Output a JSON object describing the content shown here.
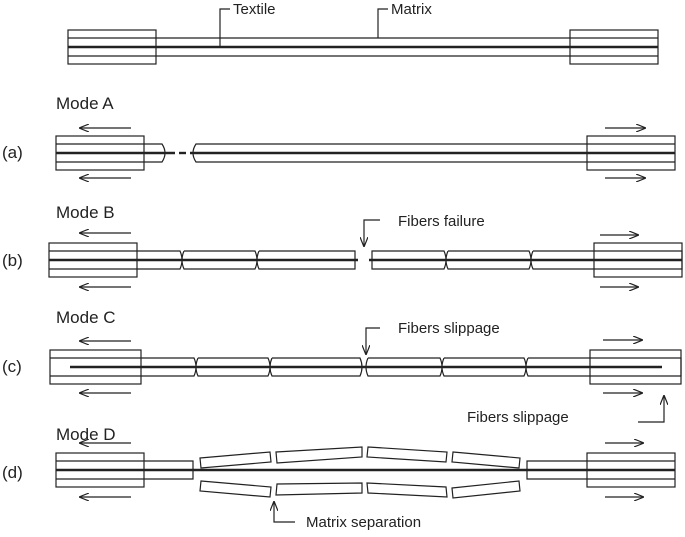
{
  "top": {
    "textile_label": "Textile",
    "matrix_label": "Matrix"
  },
  "modes": [
    {
      "title": "Mode A",
      "tag": "(a)"
    },
    {
      "title": "Mode B",
      "tag": "(b)",
      "annotation": "Fibers failure"
    },
    {
      "title": "Mode C",
      "tag": "(c)",
      "annotation": "Fibers slippage",
      "annotation2": "Fibers slippage"
    },
    {
      "title": "Mode D",
      "tag": "(d)",
      "annotation": "Matrix separation"
    }
  ],
  "colors": {
    "line": "#222222",
    "background": "#ffffff"
  }
}
